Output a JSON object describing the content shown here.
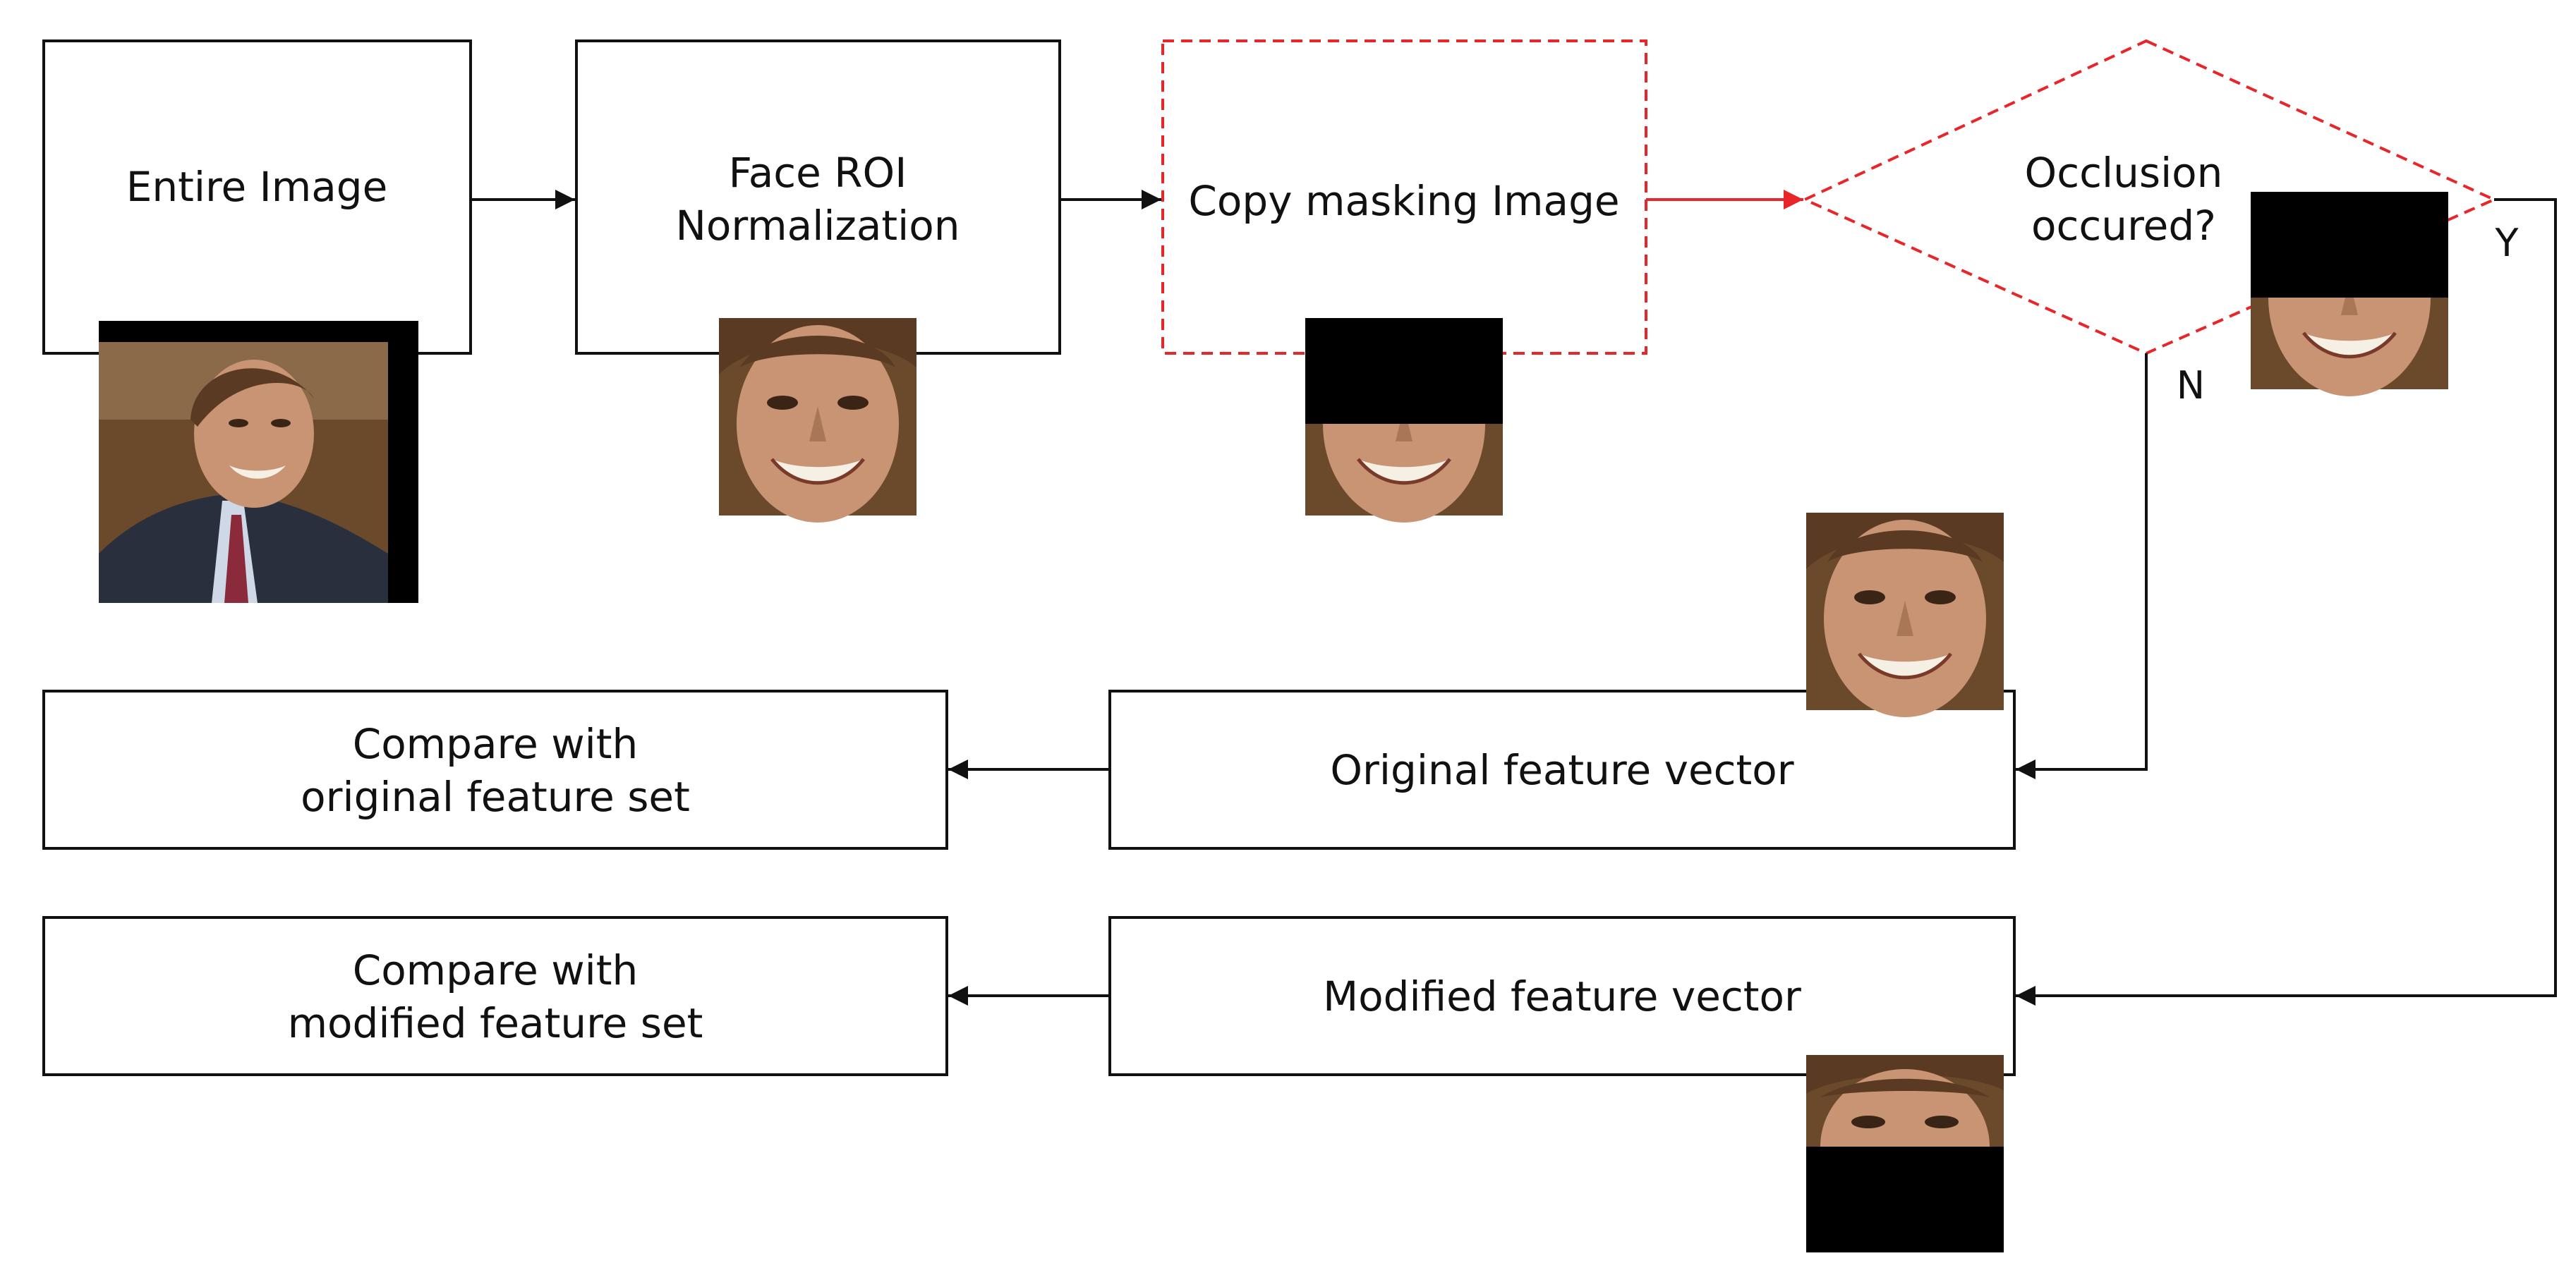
{
  "diagram": {
    "nodes": {
      "entire_image": {
        "label": "Entire Image"
      },
      "face_roi": {
        "line1": "Face ROI",
        "line2": "Normalization"
      },
      "copy_mask": {
        "label": "Copy masking Image"
      },
      "occlusion": {
        "line1": "Occlusion",
        "line2": "occured?"
      },
      "original_vector": {
        "label": "Original feature vector"
      },
      "modified_vector": {
        "label": "Modified feature vector"
      },
      "compare_original": {
        "line1": "Compare with",
        "line2": "original feature set"
      },
      "compare_modified": {
        "line1": "Compare with",
        "line2": "modified feature set"
      }
    },
    "branches": {
      "yes": "Y",
      "no": "N"
    }
  },
  "colors": {
    "black": "#111111",
    "red_dashed": "#e8262a",
    "skin": "#c89474",
    "skin_dark": "#9a6a4c",
    "hair": "#5a3a22",
    "suit": "#2a2f3d",
    "backdrop": "#6b4a2c",
    "mask": "#000000"
  },
  "images": [
    {
      "name": "photo-entire-image"
    },
    {
      "name": "photo-face-roi"
    },
    {
      "name": "photo-masked-copy"
    },
    {
      "name": "photo-masked-decision"
    },
    {
      "name": "photo-face-original-vector"
    },
    {
      "name": "photo-masked-modified-vector"
    }
  ]
}
